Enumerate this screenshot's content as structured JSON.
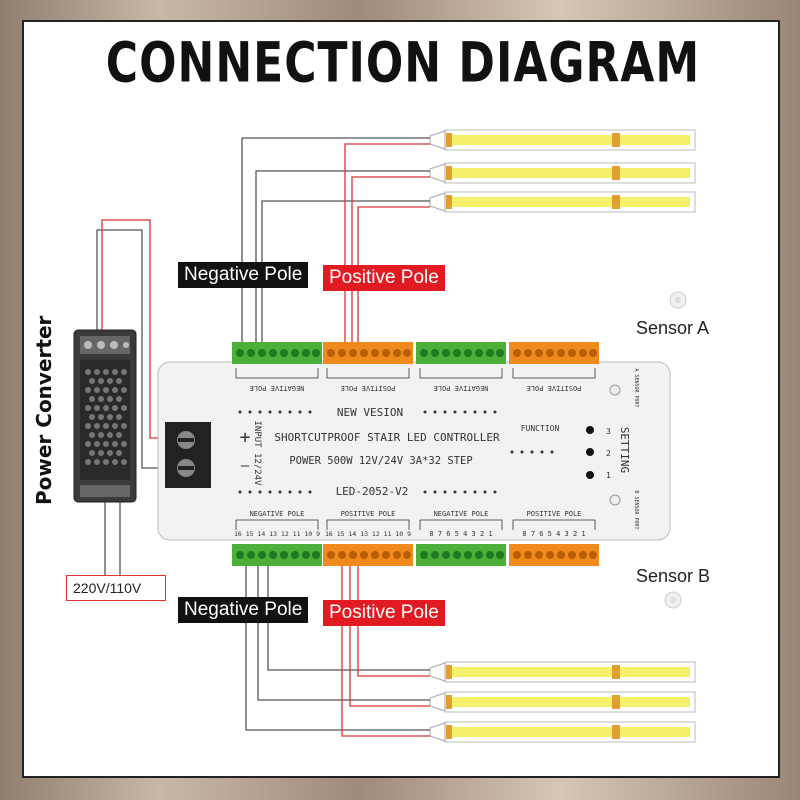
{
  "title": "CONNECTION DIAGRAM",
  "labels": {
    "negative_pole": "Negative Pole",
    "positive_pole": "Positive Pole",
    "sensor_a": "Sensor A",
    "sensor_b": "Sensor B",
    "power_converter": "Power Converter",
    "voltage": "220V/110V"
  },
  "controller": {
    "new_version": "NEW VESION",
    "name": "SHORTCUTPROOF STAIR LED CONTROLLER",
    "spec": "POWER 500W 12V/24V 3A*32 STEP",
    "model": "LED-2052-V2",
    "function": "FUNCTION",
    "setting": "SETTING",
    "input": "INPUT 12/24V",
    "plus": "+",
    "minus": "—",
    "setting_numbers": [
      "3",
      "2",
      "1"
    ],
    "a_sensor_port": "A SENSOR PORT",
    "b_sensor_port": "B SENSOR PORT",
    "top_pole_labels": [
      "NEGATIVE POLE",
      "POSITIVE POLE",
      "NEGATIVE POLE",
      "POSITIVE POLE"
    ],
    "bottom_pole_labels": [
      "NEGATIVE POLE",
      "POSITIVE POLE",
      "NEGATIVE POLE",
      "POSITIVE POLE"
    ],
    "bottom_numbers_left": "16 15 14 13 12 11 10 9",
    "bottom_numbers_mid": "16 15 14 13 12 11 10 9",
    "bottom_numbers_right1": "8 7 6 5 4 3 2 1",
    "bottom_numbers_right2": "8 7 6 5 4 3 2 1"
  },
  "colors": {
    "negative": "#111111",
    "positive": "#e21b22",
    "terminal_green": "#4caf3a",
    "terminal_orange": "#f08a1c",
    "led_yellow": "#f4f06a"
  }
}
